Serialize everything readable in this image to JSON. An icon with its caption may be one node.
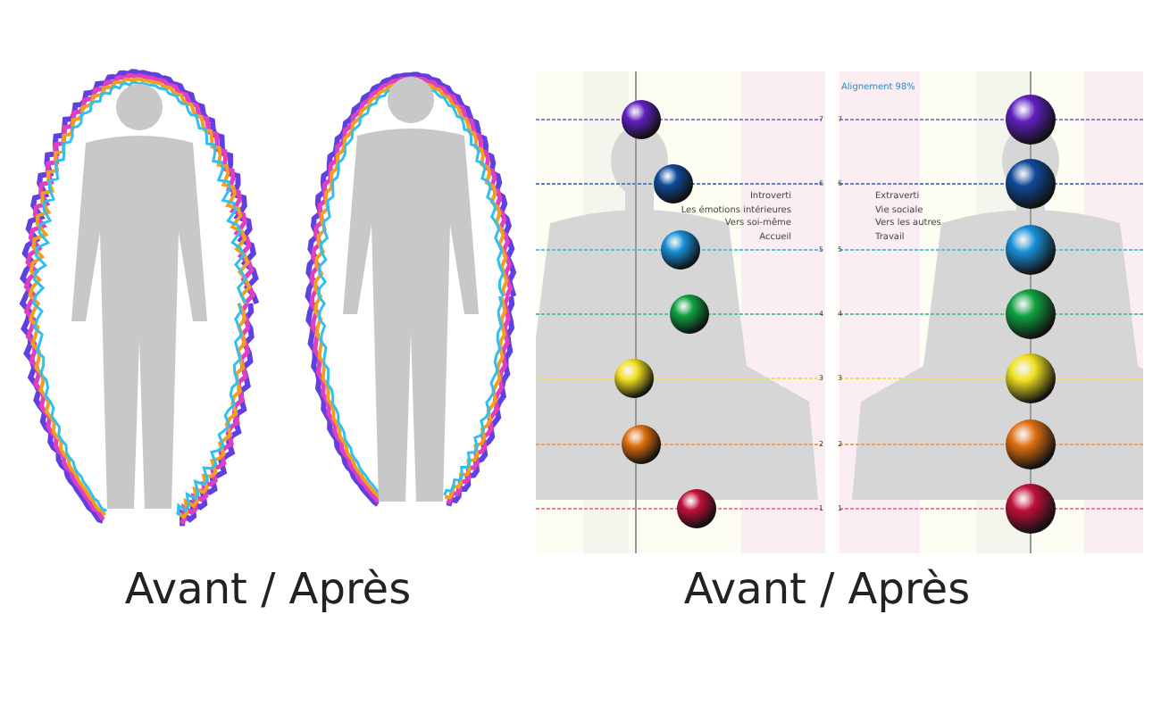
{
  "diagram": {
    "labels": [
      "Alignement 98%",
      "7",
      "7",
      "6",
      "6",
      "5",
      "5",
      "4",
      "4",
      "3",
      "3",
      "2",
      "2",
      "1",
      "1",
      "Introverti",
      "Les émotions intérieures",
      "Vers soi-même",
      "Accueil",
      "Extraverti",
      "Vie sociale",
      "Vers les autres",
      "Travail",
      "Avant / Après",
      "Avant / Après"
    ]
  }
}
